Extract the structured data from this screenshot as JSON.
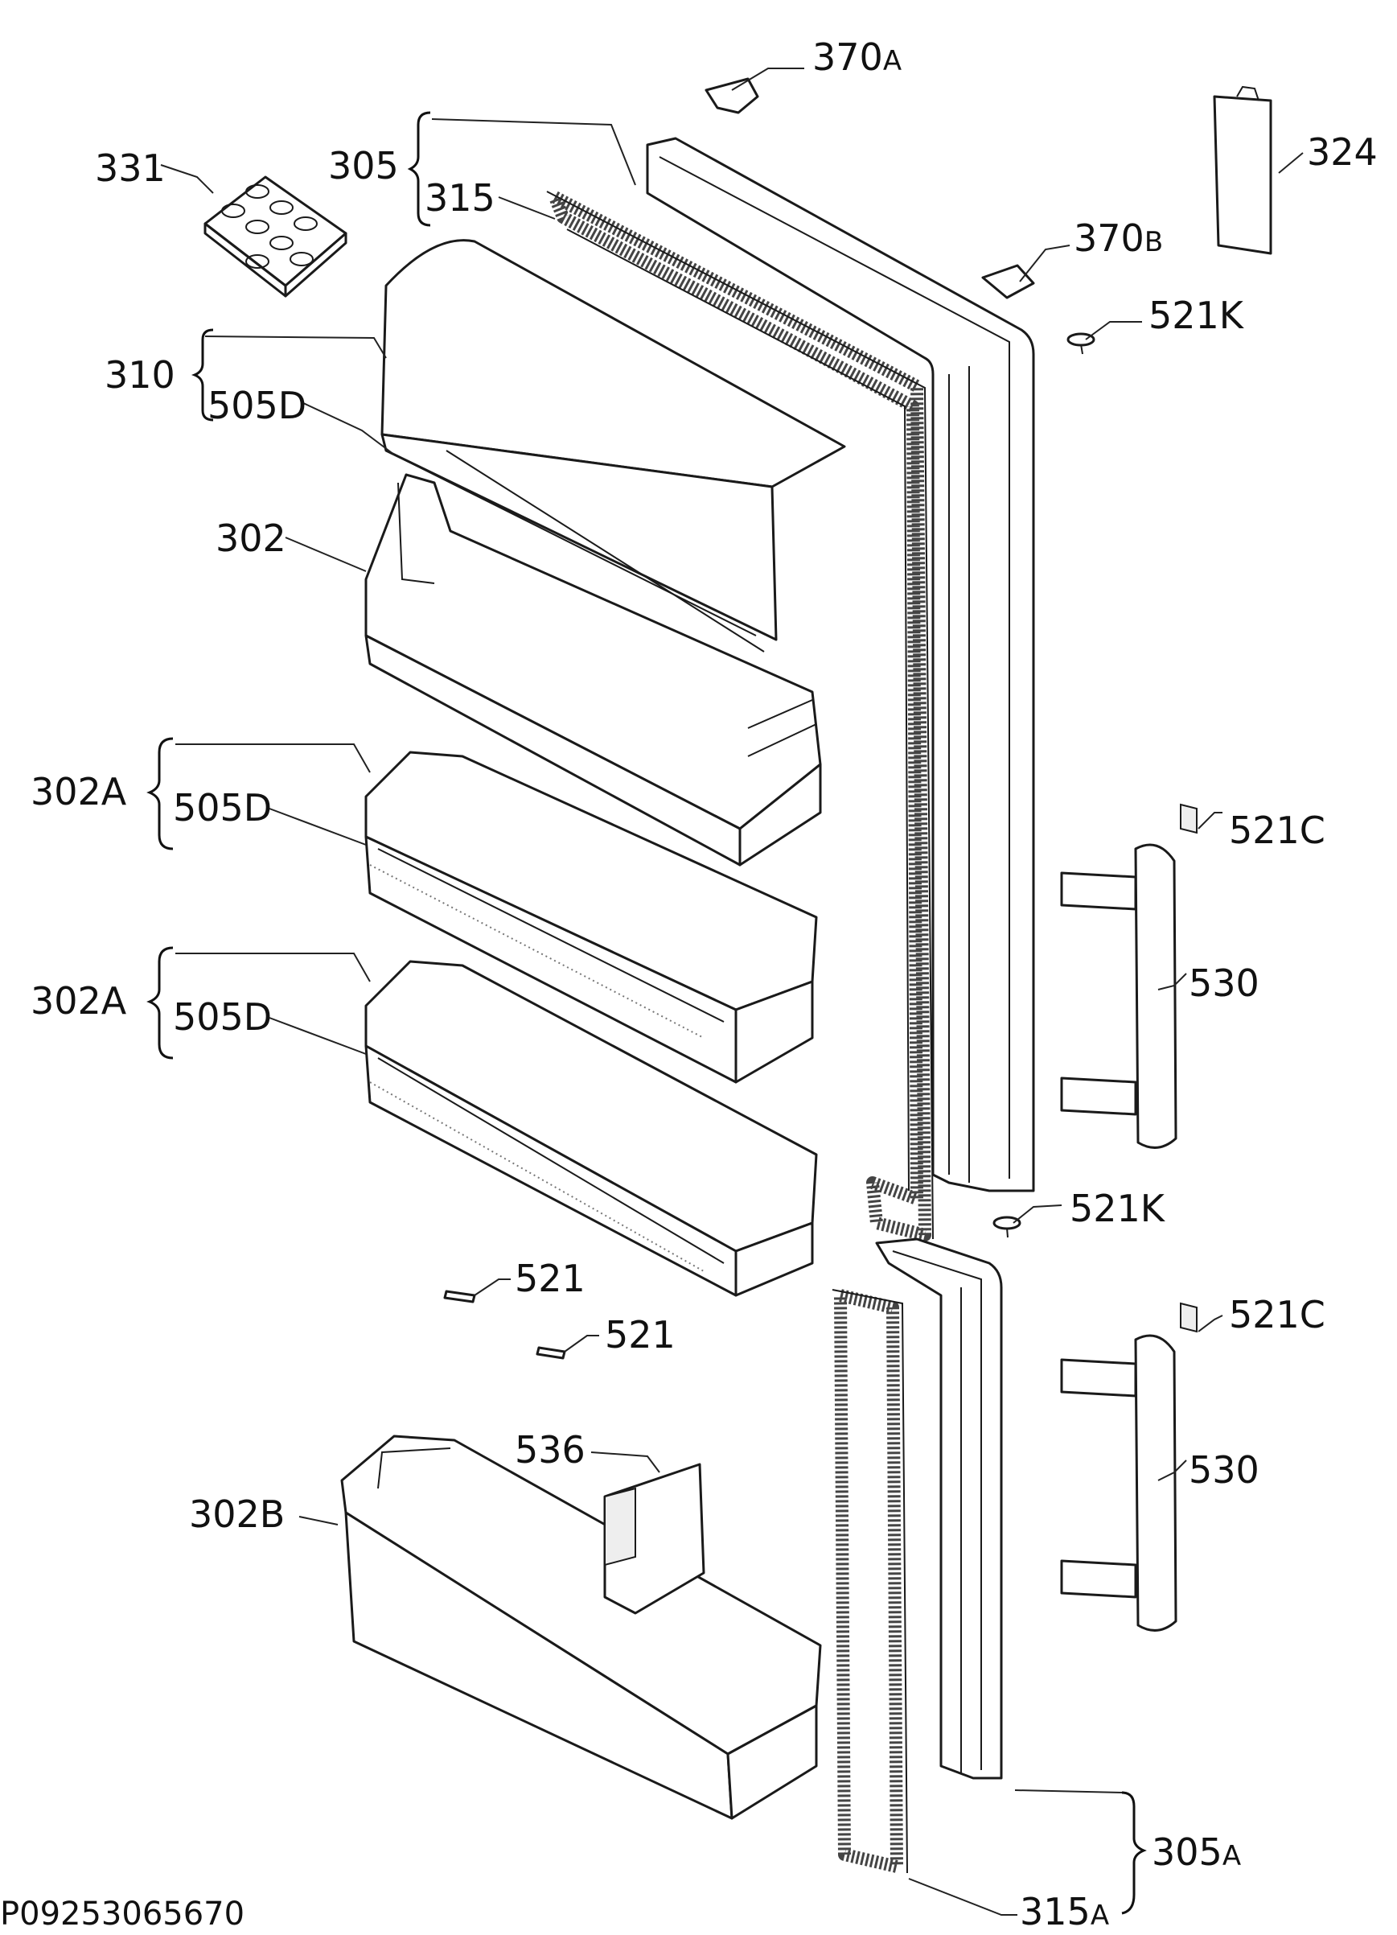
{
  "diagram": {
    "drawing_code": "P09253065670",
    "labels": {
      "370A_main": "370",
      "370A_sub": "A",
      "370B_main": "370",
      "370B_sub": "B",
      "324": "324",
      "331": "331",
      "305_top": "305",
      "315_top": "315",
      "521K_top": "521K",
      "310": "310",
      "505D_a": "505D",
      "302": "302",
      "302A_a": "302A",
      "505D_b": "505D",
      "521C_top": "521C",
      "530_top": "530",
      "302A_b": "302A",
      "505D_c": "505D",
      "521K_bottom": "521K",
      "521_a": "521",
      "521_b": "521",
      "521C_bottom": "521C",
      "536": "536",
      "302B": "302B",
      "530_bottom": "530",
      "305A_main": "305",
      "305A_sub": "A",
      "315A_main": "315",
      "315A_sub": "A"
    }
  }
}
